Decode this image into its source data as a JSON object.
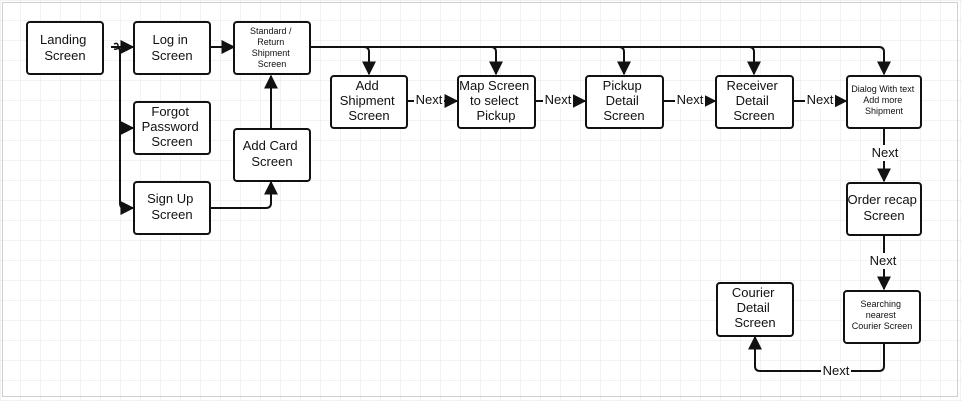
{
  "nodes": [
    {
      "id": "landing",
      "lines": [
        "Landing",
        "Screen"
      ]
    },
    {
      "id": "login",
      "lines": [
        "Log in",
        "Screen"
      ]
    },
    {
      "id": "forgot",
      "lines": [
        "Forgot",
        "Password",
        "Screen"
      ]
    },
    {
      "id": "signup",
      "lines": [
        "Sign Up",
        "Screen"
      ]
    },
    {
      "id": "standard",
      "lines": [
        "Standard /",
        "Return",
        "Shipment",
        "Screen"
      ]
    },
    {
      "id": "addcard",
      "lines": [
        "Add Card",
        "Screen"
      ]
    },
    {
      "id": "addshipment",
      "lines": [
        "Add",
        "Shipment",
        "Screen"
      ]
    },
    {
      "id": "map",
      "lines": [
        "Map Screen",
        "to select",
        "Pickup"
      ]
    },
    {
      "id": "pickup",
      "lines": [
        "Pickup",
        "Detail",
        "Screen"
      ]
    },
    {
      "id": "receiver",
      "lines": [
        "Receiver",
        "Detail",
        "Screen"
      ]
    },
    {
      "id": "dialog",
      "lines": [
        "Dialog With text",
        "Add more",
        "Shipment"
      ]
    },
    {
      "id": "recap",
      "lines": [
        "Order recap",
        "Screen"
      ]
    },
    {
      "id": "searching",
      "lines": [
        "Searching",
        "nearest",
        "Courier Screen"
      ]
    },
    {
      "id": "courier",
      "lines": [
        "Courier",
        "Detail",
        "Screen"
      ]
    }
  ],
  "edge_labels": {
    "next_1": "Next",
    "next_2": "Next",
    "next_3": "Next",
    "next_4": "Next",
    "next_5": "Next",
    "next_6": "Next",
    "next_7": "Next"
  },
  "colors": {
    "stroke": "#111111",
    "grid": "#e6e6e6",
    "box_fill": "#ffffff"
  }
}
